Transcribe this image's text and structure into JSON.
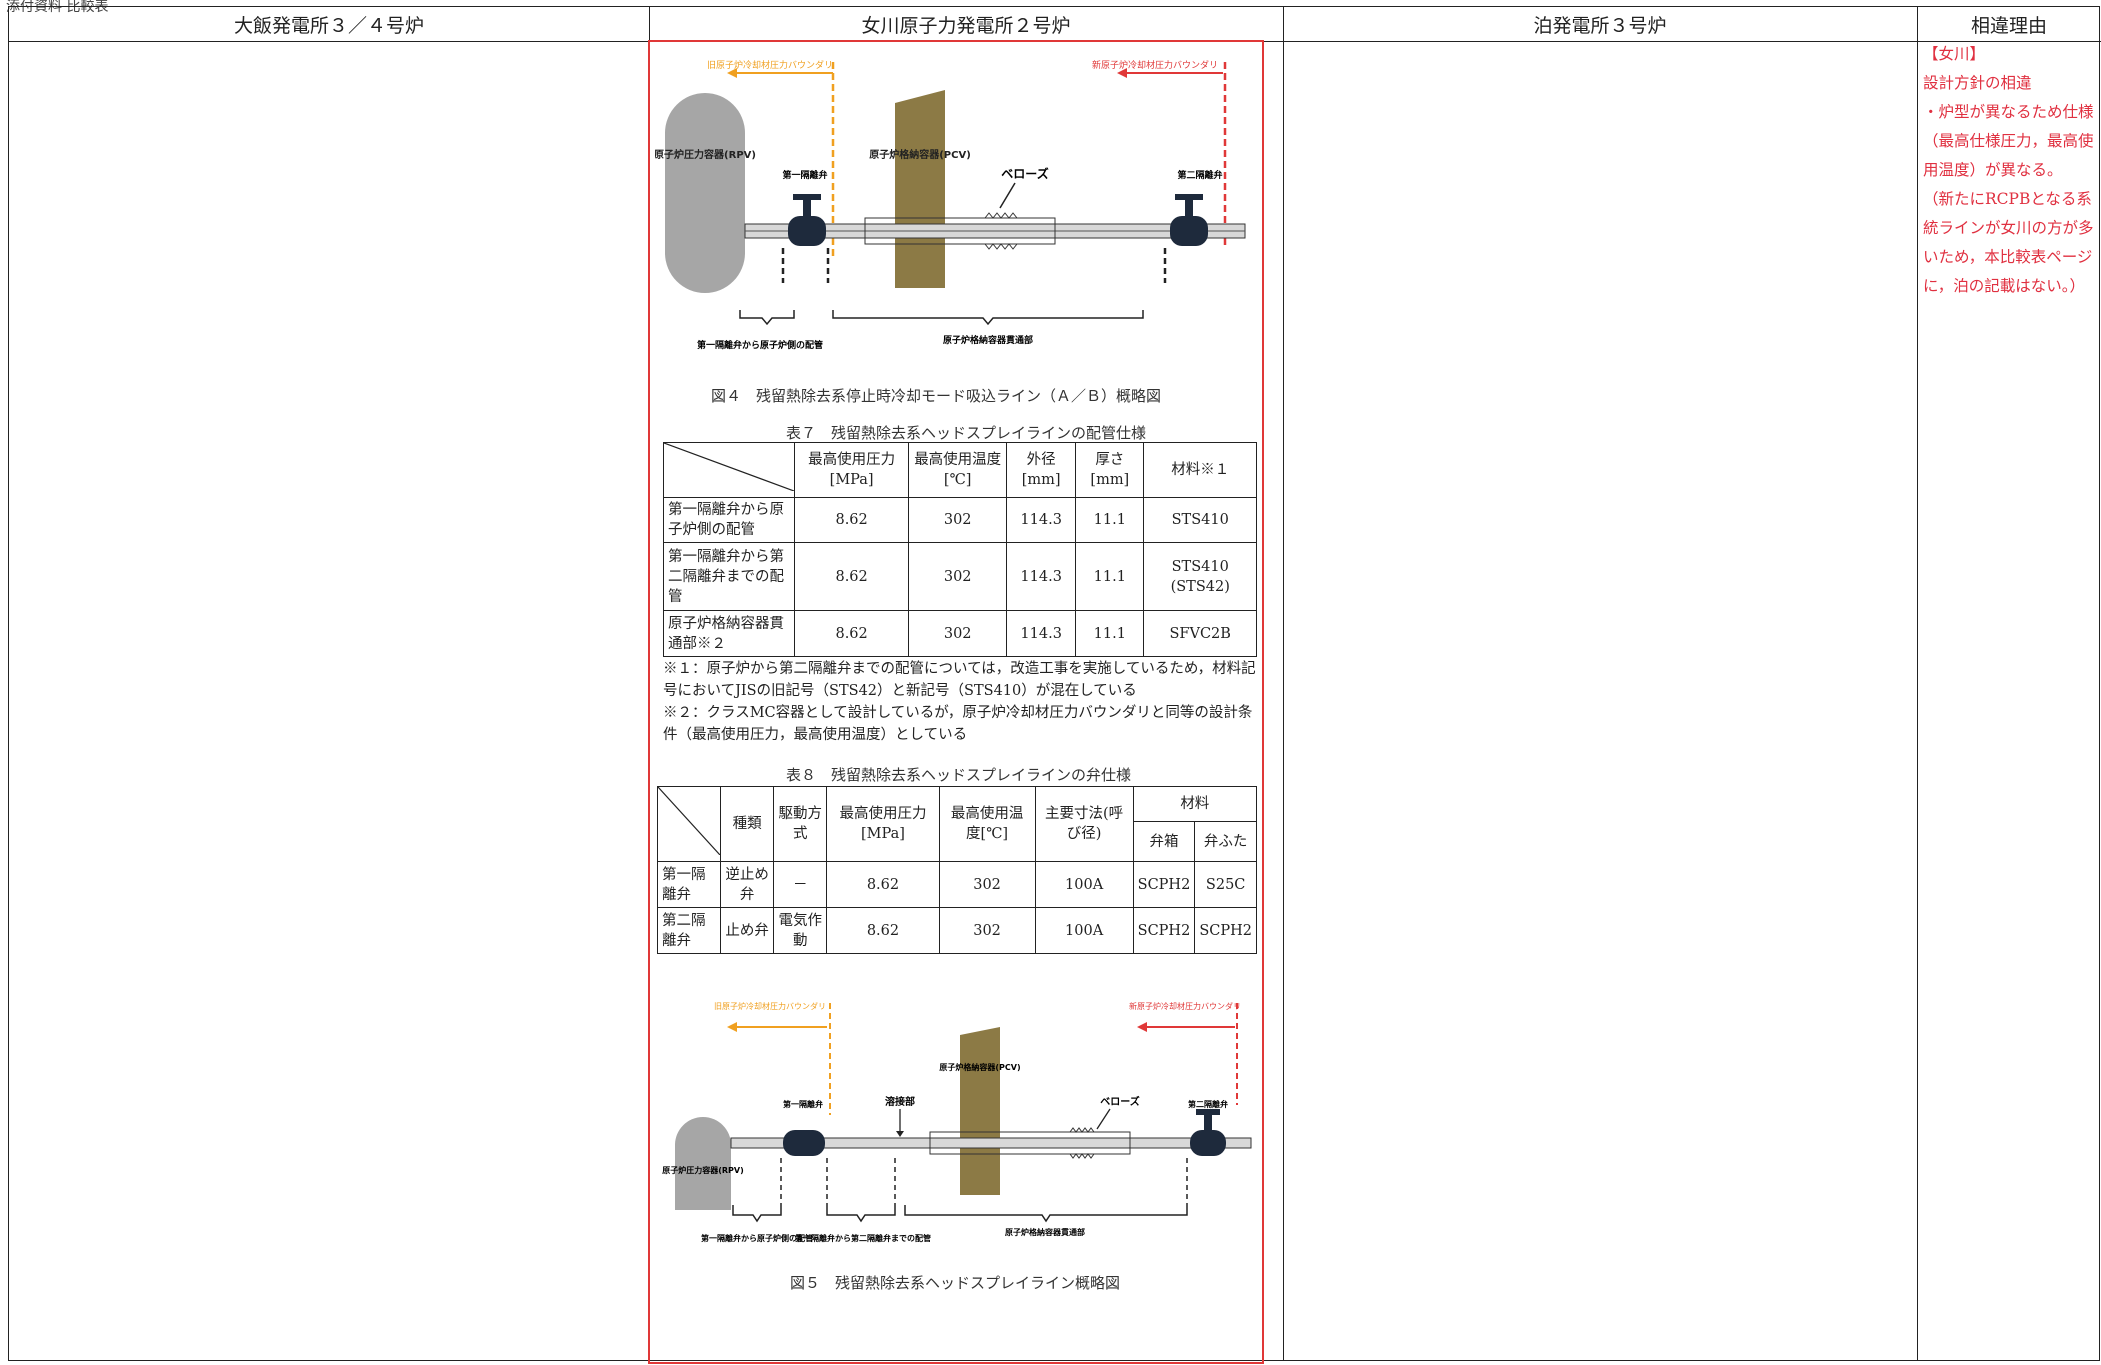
{
  "page_note": "添付資料 比較表",
  "columns": {
    "ohi": "大飯発電所３／４号炉",
    "onagawa": "女川原子力発電所２号炉",
    "tomari": "泊発電所３号炉",
    "reason": "相違理由"
  },
  "reason_lines": [
    "【女川】",
    "設計方針の相違",
    "・炉型が異なるため仕様（最高仕様圧力，最高使用温度）が異なる。",
    "（新たにRCPBとなる系統ラインが女川の方が多いため，本比較表ページに，泊の記載はない。）"
  ],
  "fig4": {
    "old_boundary": "旧原子炉冷却材圧力バウンダリ",
    "new_boundary": "新原子炉冷却材圧力バウンダリ",
    "rpv": "原子炉圧力容器(RPV)",
    "pcv": "原子炉格納容器(PCV)",
    "valve1": "第一隔離弁",
    "valve2": "第二隔離弁",
    "bellows": "ベローズ",
    "pipe1": "第一隔離弁から原子炉側の配管",
    "penetration": "原子炉格納容器貫通部",
    "caption": "図４　残留熱除去系停止時冷却モード吸込ライン（Ａ／Ｂ）概略図"
  },
  "table7": {
    "title": "表７　残留熱除去系ヘッドスプレイラインの配管仕様",
    "headers": [
      "最高使用圧力[MPa]",
      "最高使用温度[℃]",
      "外径[mm]",
      "厚さ[mm]",
      "材料※１"
    ],
    "rows": [
      {
        "label": "第一隔離弁から原子炉側の配管",
        "p": "8.62",
        "t": "302",
        "od": "114.3",
        "th": "11.1",
        "mat": "STS410"
      },
      {
        "label": "第一隔離弁から第二隔離弁までの配管",
        "p": "8.62",
        "t": "302",
        "od": "114.3",
        "th": "11.1",
        "mat": "STS410 (STS42)"
      },
      {
        "label": "原子炉格納容器貫通部※２",
        "p": "8.62",
        "t": "302",
        "od": "114.3",
        "th": "11.1",
        "mat": "SFVC2B"
      }
    ],
    "note1": "※１：原子炉から第二隔離弁までの配管については，改造工事を実施しているため，材料記号においてJISの旧記号（STS42）と新記号（STS410）が混在している",
    "note2": "※２：クラスMC容器として設計しているが，原子炉冷却材圧力バウンダリと同等の設計条件（最高使用圧力，最高使用温度）としている"
  },
  "table8": {
    "title": "表８　残留熱除去系ヘッドスプレイラインの弁仕様",
    "h_type": "種類",
    "h_drive": "駆動方式",
    "h_p": "最高使用圧力[MPa]",
    "h_t": "最高使用温度[℃]",
    "h_size": "主要寸法(呼び径)",
    "h_mat": "材料",
    "h_body": "弁箱",
    "h_lid": "弁ふた",
    "rows": [
      {
        "label": "第一隔離弁",
        "type": "逆止め弁",
        "drive": "－",
        "p": "8.62",
        "t": "302",
        "size": "100A",
        "body": "SCPH2",
        "lid": "S25C"
      },
      {
        "label": "第二隔離弁",
        "type": "止め弁",
        "drive": "電気作動",
        "p": "8.62",
        "t": "302",
        "size": "100A",
        "body": "SCPH2",
        "lid": "SCPH2"
      }
    ]
  },
  "fig5": {
    "old_boundary": "旧原子炉冷却材圧力バウンダリ",
    "new_boundary": "新原子炉冷却材圧力バウンダリ",
    "rpv": "原子炉圧力容器(RPV)",
    "pcv": "原子炉格納容器(PCV)",
    "valve1": "第一隔離弁",
    "valve2": "第二隔離弁",
    "weld": "溶接部",
    "bellows": "ベローズ",
    "pipe1": "第一隔離弁から原子炉側の配管",
    "pipe2": "第一隔離弁から第二隔離弁までの配管",
    "penetration": "原子炉格納容器貫通部",
    "caption": "図５　残留熱除去系ヘッドスプレイライン概略図"
  },
  "colors": {
    "red": "#e03838",
    "orange": "#f0a020",
    "pcv": "#8c7a45",
    "rpv": "#a6a6a6",
    "valve": "#1e2a3c"
  }
}
